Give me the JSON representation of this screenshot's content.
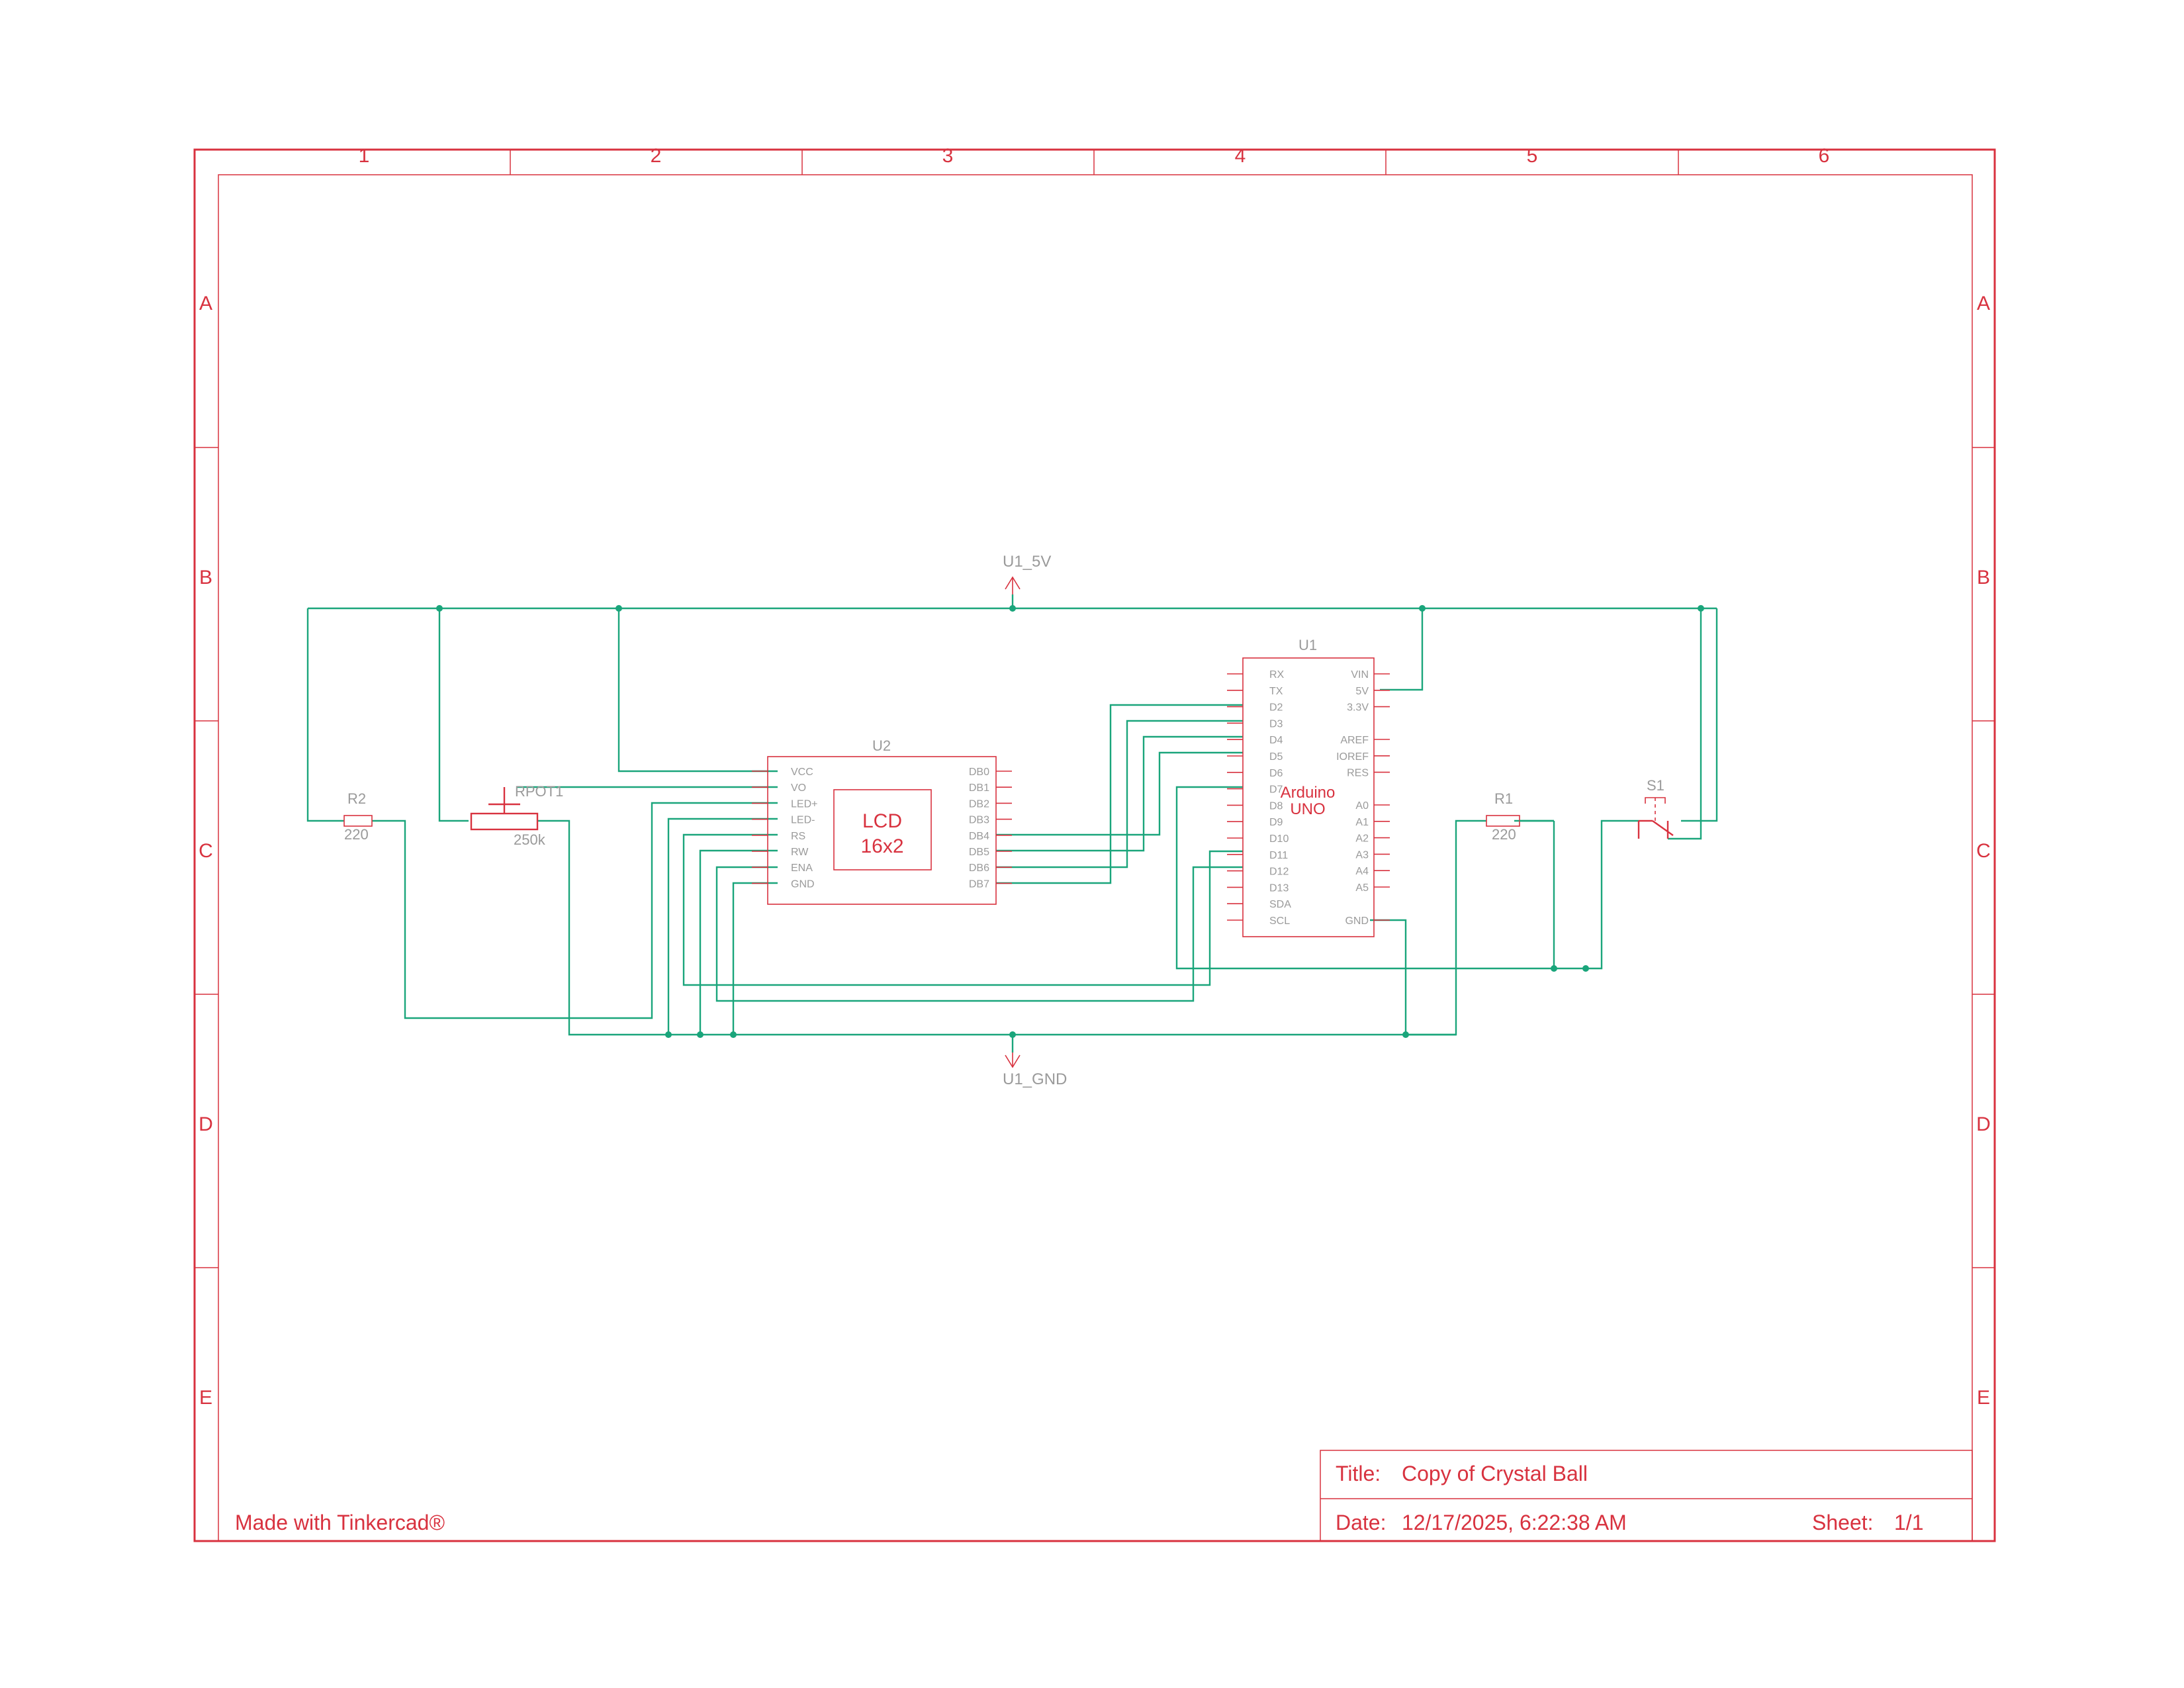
{
  "frame": {
    "columns": [
      "1",
      "2",
      "3",
      "4",
      "5",
      "6"
    ],
    "rows": [
      "A",
      "B",
      "C",
      "D",
      "E"
    ]
  },
  "nets": {
    "supply": "U1_5V",
    "ground": "U1_GND"
  },
  "components": {
    "r2": {
      "ref": "R2",
      "value": "220"
    },
    "r1": {
      "ref": "R1",
      "value": "220"
    },
    "rpot1": {
      "ref": "RPOT1",
      "value": "250k"
    },
    "s1": {
      "ref": "S1"
    },
    "u2": {
      "ref": "U2",
      "title_line1": "LCD",
      "title_line2": "16x2",
      "left_pins": [
        "VCC",
        "VO",
        "LED+",
        "LED-",
        "RS",
        "RW",
        "ENA",
        "GND"
      ],
      "right_pins": [
        "DB0",
        "DB1",
        "DB2",
        "DB3",
        "DB4",
        "DB5",
        "DB6",
        "DB7"
      ]
    },
    "u1": {
      "ref": "U1",
      "title_line1": "Arduino",
      "title_line2": "UNO",
      "left_pins": [
        "RX",
        "TX",
        "D2",
        "D3",
        "D4",
        "D5",
        "D6",
        "D7",
        "D8",
        "D9",
        "D10",
        "D11",
        "D12",
        "D13",
        "SDA",
        "SCL"
      ],
      "right_pins_top": [
        "VIN",
        "5V",
        "3.3V"
      ],
      "right_pins_mid": [
        "AREF",
        "IOREF",
        "RES"
      ],
      "right_pins_analog": [
        "A0",
        "A1",
        "A2",
        "A3",
        "A4",
        "A5"
      ],
      "right_pin_gnd": "GND"
    }
  },
  "title_block": {
    "title_label": "Title:",
    "title_value": "Copy of Crystal Ball",
    "date_label": "Date:",
    "date_value": "12/17/2025, 6:22:38 AM",
    "sheet_label": "Sheet:",
    "sheet_value": "1/1"
  },
  "footer": {
    "made_with": "Made with Tinkercad®"
  },
  "colors": {
    "frame": "#d8323f",
    "wire": "#1aa57b",
    "label_gray": "#9a9a9a"
  }
}
